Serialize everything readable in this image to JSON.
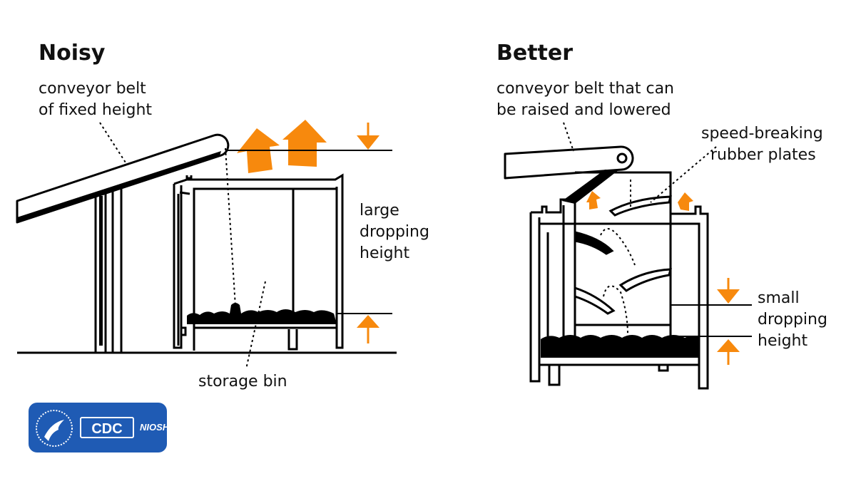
{
  "left_panel": {
    "heading": "Noisy",
    "conveyor_label_line1": "conveyor belt",
    "conveyor_label_line2": "of fixed height",
    "drop_label_line1": "large",
    "drop_label_line2": "dropping",
    "drop_label_line3": "height",
    "bin_label": "storage bin"
  },
  "right_panel": {
    "heading": "Better",
    "conveyor_label_line1": "conveyor belt that can",
    "conveyor_label_line2": "be raised and lowered",
    "plates_label_line1": "speed-breaking",
    "plates_label_line2": "rubber plates",
    "drop_label_line1": "small",
    "drop_label_line2": "dropping",
    "drop_label_line3": "height"
  },
  "logo": {
    "cdc": "CDC",
    "niosh": "NIOSH"
  },
  "colors": {
    "accent_orange": "#f7890d",
    "line": "#000000",
    "logo_blue": "#1f5bb4"
  }
}
